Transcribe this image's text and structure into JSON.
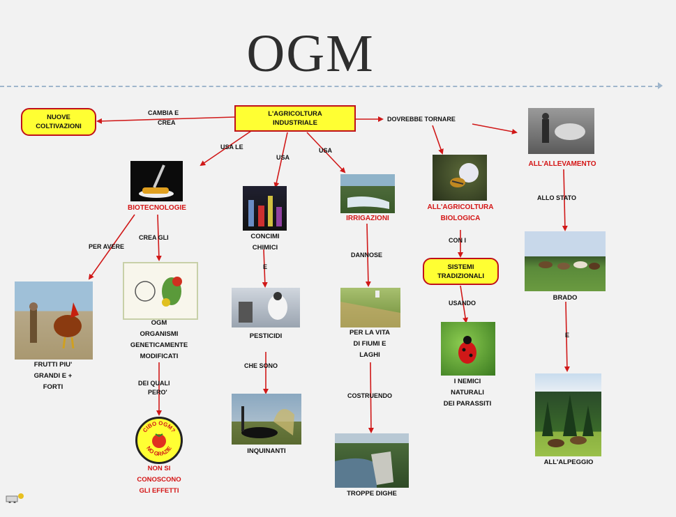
{
  "title": "OGM",
  "boxes": {
    "center": [
      "L'AGRICOLTURA",
      "INDUSTRIALE"
    ],
    "nuove": [
      "NUOVE",
      "COLTIVAZIONI"
    ],
    "sistemi": [
      "SISTEMI",
      "TRADIZIONALI"
    ]
  },
  "edge_labels": {
    "cambia_e": "CAMBIA    E",
    "crea": "CREA",
    "dovrebbe_tornare": "DOVREBBE      TORNARE",
    "usa_le": "USA   LE",
    "usa_1": "USA",
    "usa_2": "USA",
    "crea_gli": "CREA    GLI",
    "per_avere": "PER      AVERE",
    "e_1": "E",
    "che_sono": "CHE     SONO",
    "dannose": "DANNOSE",
    "costruendo": "COSTRUENDO",
    "con_i": "CON   I",
    "usando": "USANDO",
    "allo_stato": "ALLO     STATO",
    "e_2": "E",
    "dei_quali": "DEI    QUALI",
    "pero": "PERO'"
  },
  "nodes": {
    "biotecnologie": "BIOTECNOLOGIE",
    "irrigazioni": "IRRIGAZIONI",
    "agricoltura_biologica": [
      "ALL'AGRICOLTURA",
      "BIOLOGICA"
    ],
    "allevamento": "ALL'ALLEVAMENTO",
    "concimi": [
      "CONCIMI",
      "CHIMICI"
    ],
    "pesticidi": "PESTICIDI",
    "inquinanti": "INQUINANTI",
    "frutti": [
      "FRUTTI     PIU'",
      "GRANDI     E    +",
      "FORTI"
    ],
    "ogm": [
      "OGM",
      "ORGANISMI",
      "GENETICAMENTE",
      "MODIFICATI"
    ],
    "cibo": [
      "NON     SI",
      "CONOSCONO",
      "GLI      EFFETTI"
    ],
    "vita": [
      "PER      LA     VITA",
      "DI     FIUMI     E",
      "LAGHI"
    ],
    "dighe": "TROPPE        DIGHE",
    "nemici": [
      "I    NEMICI",
      "NATURALI",
      "DEI       PARASSITI"
    ],
    "brado": "BRADO",
    "alpeggio": "ALL'ALPEGGIO"
  },
  "badge": {
    "top": "CIBO OGM?",
    "bottom": "NO GRAZIE"
  },
  "colors": {
    "arrow": "#d01818",
    "box_fill": "#ffff33",
    "box_border": "#c0101a",
    "red_text": "#d41414"
  }
}
